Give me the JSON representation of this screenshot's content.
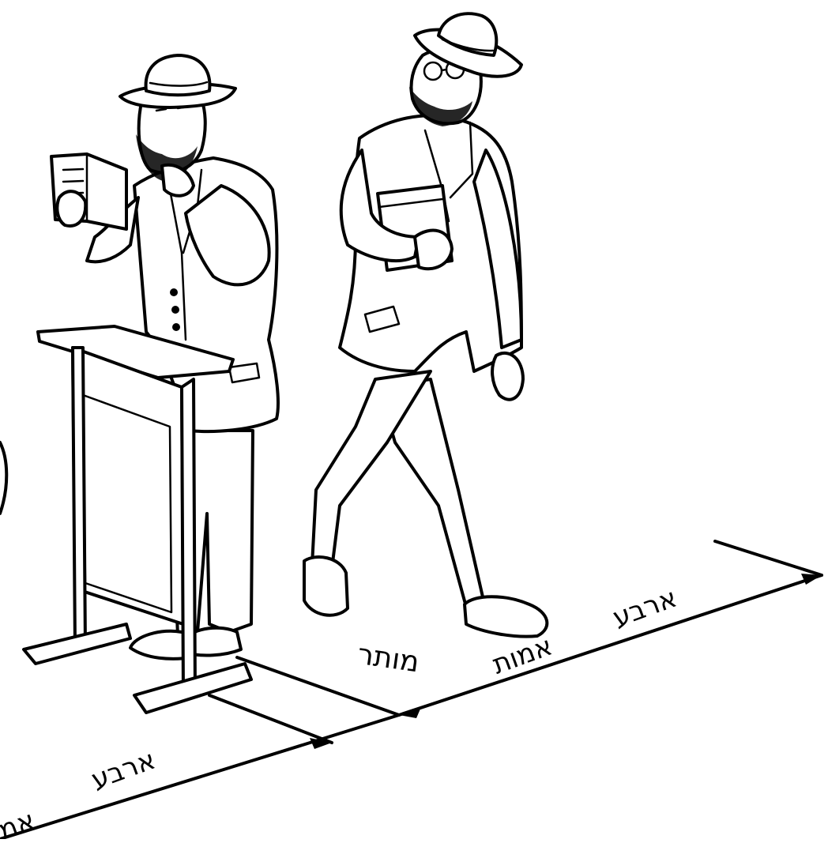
{
  "labels": {
    "mutar": "מותר",
    "arba_amot_right_1": "ארבע",
    "arba_amot_right_2": "אמות",
    "arba_left": "ארבע",
    "amot_left_fragment": "אמ"
  }
}
